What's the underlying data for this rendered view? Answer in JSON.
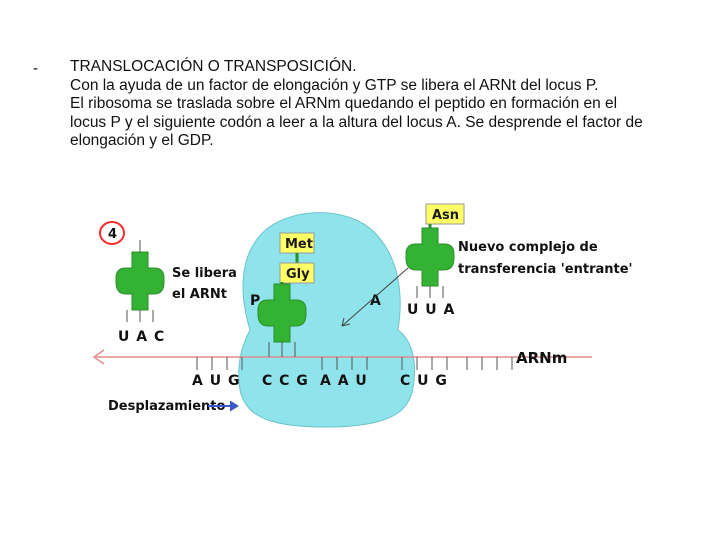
{
  "text": {
    "bullet": "-",
    "lines": [
      "TRANSLOCACIÓN O  TRANSPOSICIÓN.",
      "Con la ayuda de un factor de elongación y GTP se libera el ARNt del locus P.",
      "El ribosoma  se traslada sobre el ARNm quedando el peptido en formación en el",
      "locus  P y el siguiente codón a leer a la altura del locus A. Se desprende el factor de",
      "elongación y el GDP."
    ]
  },
  "diagram": {
    "step_number": "4",
    "released_label_1": "Se libera",
    "released_label_2": "el ARNt",
    "released_anticodon": "U A C",
    "amino_asn": "Asn",
    "amino_met": "Met",
    "amino_gly": "Gly",
    "site_p": "P",
    "site_a": "A",
    "new_complex_label_1": "Nuevo complejo de",
    "new_complex_label_2": "transferencia 'entrante'",
    "incoming_anticodon": "U U A",
    "mrna_label": "ARNm",
    "codons": [
      "A U G",
      "C C G",
      "A A U",
      "C U G"
    ],
    "displacement_label": "Desplazamiento",
    "colors": {
      "ribosome": "#8fe3ea",
      "trna": "#33b233",
      "amino_box": "#ffff66",
      "step_circle": "#ff2a2a",
      "mrna_arrow": "#e08c8c",
      "displacement_arrow": "#3b56c9"
    }
  }
}
